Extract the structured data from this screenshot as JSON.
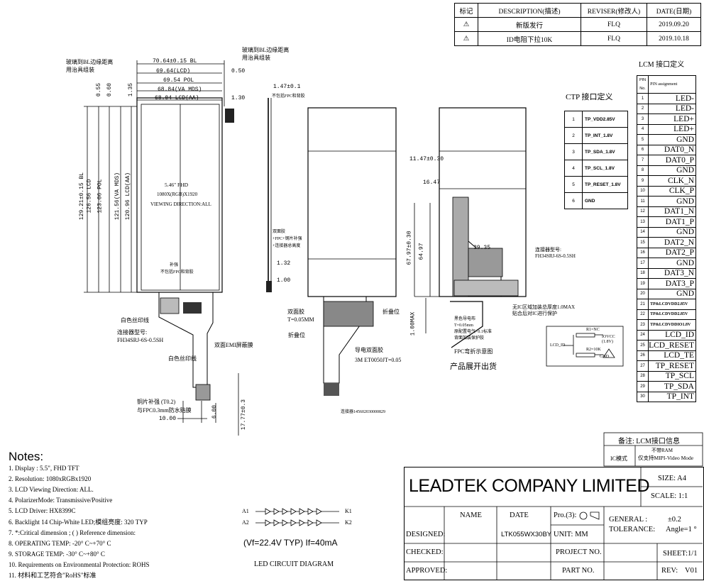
{
  "revision": {
    "headers": [
      "标记",
      "DESCRIPTION(描述)",
      "REVISER(修改人)",
      "DATE(日期)"
    ],
    "rows": [
      {
        "desc": "新版发行",
        "reviser": "FLQ",
        "date": "2019.09.20"
      },
      {
        "desc": "ID电阻下拉10K",
        "reviser": "FLQ",
        "date": "2019.10.18"
      }
    ]
  },
  "lcm": {
    "title": "LCM 接口定义",
    "hdr_no": "PIN No.",
    "hdr_assign": "PIN assignment",
    "pins": [
      "LED-",
      "LED-",
      "LED+",
      "LED+",
      "GND",
      "DAT0_N",
      "DAT0_P",
      "GND",
      "CLK_N",
      "CLK_P",
      "GND",
      "DAT1_N",
      "DAT1_P",
      "GND",
      "DAT2_N",
      "DAT2_P",
      "GND",
      "DAT3_N",
      "DAT3_P",
      "GND",
      "TP&LCDVDD2.85V",
      "TP&LCDVDD2.85V",
      "TP&LCDVDDIO1.8V",
      "LCD_ID",
      "LCD_RESET",
      "LCD_TE",
      "TP_RESET",
      "TP_SCL",
      "TP_SDA",
      "TP_INT"
    ]
  },
  "ctp": {
    "title": "CTP 接口定义",
    "pins": [
      "TP_VDD2.85V",
      "TP_INT_1.8V",
      "TP_SDA_1.8V",
      "TP_SCL_1.8V",
      "TP_RESET_1.8V",
      "GND"
    ]
  },
  "front": {
    "dims_top": [
      "70.64±0.15 BL",
      "69.64(LCD)",
      "69.54 POL",
      "68.84(VA MDS)",
      "68.04 LCD(AA)"
    ],
    "dim_050": "0.50",
    "dim_130": "1.30",
    "dims_left": [
      "0.55",
      "0.60",
      "1.35"
    ],
    "dims_vert": [
      "129.21±0.15 BL",
      "126.56 LCD",
      "123.06 POL",
      "121.56(VA MDS)",
      "120.96 LCD(AA)"
    ],
    "label_glass": "玻璃到BL边缘距离\n用治具组装",
    "label_glass2": "玻璃到BL边缘距离\n用治具组装",
    "panel_size": "5.46\" FHD",
    "panel_res": "1080X(RGB)X1920",
    "panel_dir": "VIEWING DIRECTION:ALL",
    "label_white": "白色丝印线",
    "label_conn": "连接器型号:\nFH34SRJ-6S-0.5SH",
    "label_emi": "双面EMI屏蔽膜",
    "label_white2": "白色丝印线",
    "label_stiff": "铜片补强 (T0.2)\n与FPC0.3mm防水贴膜",
    "dim_1000": "10.00",
    "dim_600": "6.00",
    "dim_1777": "17.77±0.3",
    "label_small1": "补强",
    "label_small2": "不包括FPC和背胶"
  },
  "side": {
    "dim_147": "1.47±0.1",
    "dim_132": "1.32",
    "dim_100": "1.00",
    "label_tape": "双面胶\n+FPC+钢片补强\n+连接器总高度",
    "label_not": "不包括FPC和背胶",
    "label_2side": "双面胶\nT=0.05MM",
    "label_fold": "折叠位"
  },
  "back": {
    "dim_1147": "11.47±0.30",
    "dim_1647": "16.47",
    "dim_6797": "67.97±0.30",
    "dim_6497": "64.97",
    "dim_3935": "39.35",
    "dim_100max": "1.00MAX",
    "conn_label": "连接器型号:\nFH34SRJ-6S-0.5SH",
    "note_ring": "无IC区域加装总厚度1.0MAX\n贴合后对IC进行保护",
    "note_hot": "黑色导电布\nT=0.05mm\n原配置电气<0.1标准\n背面加装保护胶",
    "fpc_label": "FPC弯折示意图",
    "product_label": "产品展开出货",
    "conn2": "连接器145602030000829",
    "label_cond": "导电双面胶",
    "label_3m": "3M ET0050JT=0.05",
    "label_fold2": "折叠位"
  },
  "id_circuit": {
    "r1": "R1=NC",
    "r2": "R2=10K",
    "iovcc": "IOVCC\n(1.8V)",
    "lcd_id": "LCD_ID",
    "gnd": "GND"
  },
  "remark": {
    "label": "备注: LCM接口信息",
    "ic_mode": "IC模式",
    "ram": "不带RAM",
    "mode": "仅支持MIPI-Video Mode"
  },
  "notes": {
    "title": "Notes:",
    "items": [
      "1. Display : 5.5\", FHD TFT",
      "2. Resolution: 1080xRGBx1920",
      "3. LCD Viewing Direction: ALL.",
      "4. PolarizerMode: Transmissive/Positive",
      "5. LCD Driver: HX8399C",
      "6. Backlight 14 Chip-White LED;模组亮度: 320 TYP",
      "7. *:Critical dimension ; ( ) Reference dimension:",
      "8. OPERATING TEMP: -20° C~+70° C",
      "9. STORAGE TEMP: -30° C~+80° C",
      "10. Requirements on Environmental Protection: ROHS",
      "11. 材料和工艺符合\"RoHS\"标准"
    ]
  },
  "led": {
    "a1": "A1",
    "a2": "A2",
    "k1": "K1",
    "k2": "K2",
    "spec": "(Vf=22.4V TYP)   If=40mA",
    "title": "LED CIRCUIT DIAGRAM"
  },
  "title_block": {
    "company": "LEADTEK COMPANY LIMITED",
    "size": "SIZE: A4",
    "scale": "SCALE:   1:1",
    "name": "NAME",
    "date": "DATE",
    "pro": "Pro.(3):",
    "general": "GENERAL :",
    "general_val": "±0.2",
    "tolerance": "TOLERANCE:",
    "angle": "Angle=1 °",
    "designed": "DESIGNED:",
    "model": "LTK055WX30BY",
    "unit": "UNIT:   MM",
    "checked": "CHECKED:",
    "project": "PROJECT NO.",
    "sheet": "SHEET:1/1",
    "approved": "APPROVED:",
    "part": "PART NO.",
    "rev": "REV:",
    "rev_val": "V01"
  }
}
